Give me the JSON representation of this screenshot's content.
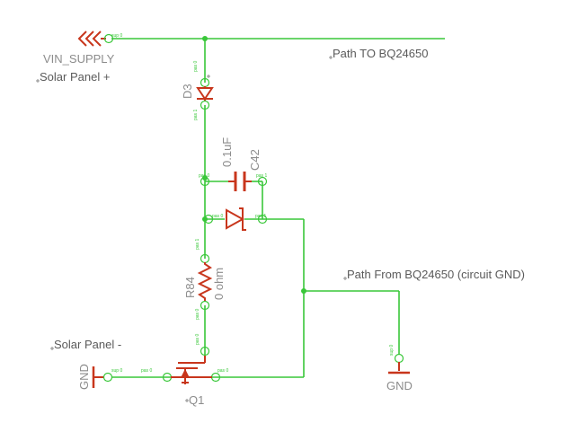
{
  "labels": {
    "vin_supply": "VIN_SUPPLY",
    "solar_plus": "Solar Panel +",
    "path_to": "Path TO BQ24650",
    "d3": "D3",
    "cap_value": "0.1uF",
    "c42": "C42",
    "path_from": "Path From BQ24650 (circuit GND)",
    "r84": "R84",
    "r_value": "0 ohm",
    "solar_minus": "Solar Panel -",
    "gnd_left": "GND",
    "gnd_right": "GND",
    "q1": "Q1"
  },
  "pin_labels": {
    "sup": "sup 0",
    "pas0": "pas 0",
    "pas1": "pas 1"
  },
  "colors": {
    "wire": "#39c739",
    "symbol": "#c8361c",
    "pad": "#39c739",
    "text": "#8c8c8c",
    "junction": "#39c739"
  }
}
